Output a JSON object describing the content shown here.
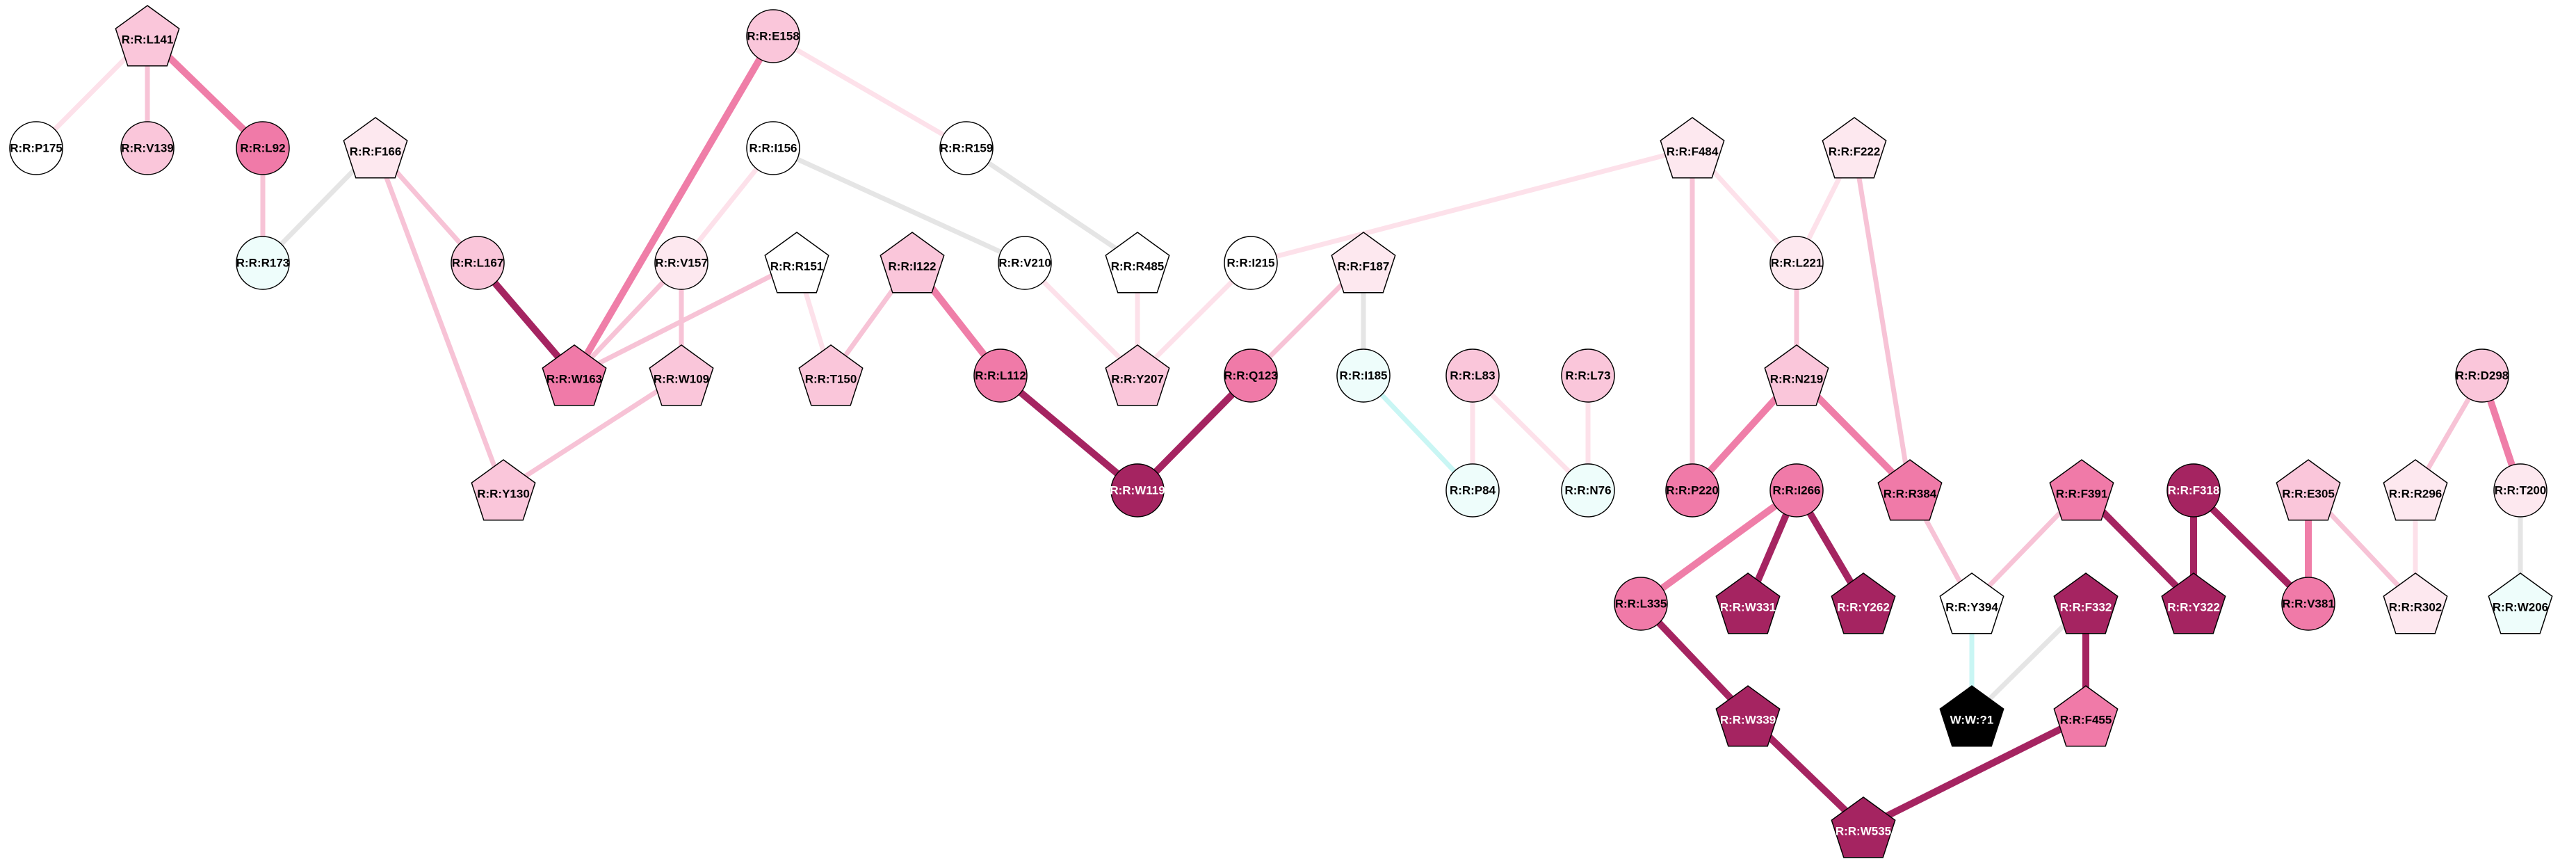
{
  "palette": {
    "white": "#ffffff",
    "very-light-pink": "#fde8ef",
    "light-pink": "#fac6da",
    "pink": "#f07aa8",
    "magenta": "#a52461",
    "light-cyan": "#eefdfb",
    "black": "#000000",
    "edge-gray": "#e5e5e5",
    "edge-light-pink": "#fde1ea",
    "edge-pink": "#f7c3d6",
    "edge-mid-pink": "#ef7ea8",
    "edge-magenta": "#a52461",
    "edge-cyan": "#c9f6f4"
  },
  "nodes": [
    {
      "id": "L141",
      "label": "R:R:L141",
      "shape": "pentagon",
      "fill": "light-pink"
    },
    {
      "id": "P175",
      "label": "R:R:P175",
      "shape": "circle",
      "fill": "white"
    },
    {
      "id": "V139",
      "label": "R:R:V139",
      "shape": "circle",
      "fill": "light-pink"
    },
    {
      "id": "L92",
      "label": "R:R:L92",
      "shape": "circle",
      "fill": "pink"
    },
    {
      "id": "R173",
      "label": "R:R:R173",
      "shape": "circle",
      "fill": "light-cyan"
    },
    {
      "id": "F166",
      "label": "R:R:F166",
      "shape": "pentagon",
      "fill": "very-light-pink"
    },
    {
      "id": "L167",
      "label": "R:R:L167",
      "shape": "circle",
      "fill": "light-pink"
    },
    {
      "id": "E158",
      "label": "R:R:E158",
      "shape": "circle",
      "fill": "light-pink"
    },
    {
      "id": "I156",
      "label": "R:R:I156",
      "shape": "circle",
      "fill": "white"
    },
    {
      "id": "V157",
      "label": "R:R:V157",
      "shape": "circle",
      "fill": "very-light-pink"
    },
    {
      "id": "R151",
      "label": "R:R:R151",
      "shape": "pentagon",
      "fill": "white"
    },
    {
      "id": "W163",
      "label": "R:R:W163",
      "shape": "pentagon",
      "fill": "pink"
    },
    {
      "id": "W109",
      "label": "R:R:W109",
      "shape": "pentagon",
      "fill": "light-pink"
    },
    {
      "id": "Y130",
      "label": "R:R:Y130",
      "shape": "pentagon",
      "fill": "light-pink"
    },
    {
      "id": "T150",
      "label": "R:R:T150",
      "shape": "pentagon",
      "fill": "light-pink"
    },
    {
      "id": "I122",
      "label": "R:R:I122",
      "shape": "pentagon",
      "fill": "light-pink"
    },
    {
      "id": "L112",
      "label": "R:R:L112",
      "shape": "circle",
      "fill": "pink"
    },
    {
      "id": "R159",
      "label": "R:R:R159",
      "shape": "circle",
      "fill": "white"
    },
    {
      "id": "V210",
      "label": "R:R:V210",
      "shape": "circle",
      "fill": "white"
    },
    {
      "id": "R485",
      "label": "R:R:R485",
      "shape": "pentagon",
      "fill": "white"
    },
    {
      "id": "Y207",
      "label": "R:R:Y207",
      "shape": "pentagon",
      "fill": "light-pink"
    },
    {
      "id": "I215",
      "label": "R:R:I215",
      "shape": "circle",
      "fill": "white"
    },
    {
      "id": "F187",
      "label": "R:R:F187",
      "shape": "pentagon",
      "fill": "very-light-pink"
    },
    {
      "id": "Q123",
      "label": "R:R:Q123",
      "shape": "circle",
      "fill": "pink"
    },
    {
      "id": "W119",
      "label": "R:R:W119",
      "shape": "circle",
      "fill": "magenta"
    },
    {
      "id": "I185",
      "label": "R:R:I185",
      "shape": "circle",
      "fill": "light-cyan"
    },
    {
      "id": "P84",
      "label": "R:R:P84",
      "shape": "circle",
      "fill": "light-cyan"
    },
    {
      "id": "L83",
      "label": "R:R:L83",
      "shape": "circle",
      "fill": "light-pink"
    },
    {
      "id": "L73",
      "label": "R:R:L73",
      "shape": "circle",
      "fill": "light-pink"
    },
    {
      "id": "N76",
      "label": "R:R:N76",
      "shape": "circle",
      "fill": "light-cyan"
    },
    {
      "id": "F484",
      "label": "R:R:F484",
      "shape": "pentagon",
      "fill": "very-light-pink"
    },
    {
      "id": "F222",
      "label": "R:R:F222",
      "shape": "pentagon",
      "fill": "very-light-pink"
    },
    {
      "id": "L221",
      "label": "R:R:L221",
      "shape": "circle",
      "fill": "very-light-pink"
    },
    {
      "id": "N219",
      "label": "R:R:N219",
      "shape": "pentagon",
      "fill": "light-pink"
    },
    {
      "id": "P220",
      "label": "R:R:P220",
      "shape": "circle",
      "fill": "pink"
    },
    {
      "id": "I266",
      "label": "R:R:I266",
      "shape": "circle",
      "fill": "pink"
    },
    {
      "id": "R384",
      "label": "R:R:R384",
      "shape": "pentagon",
      "fill": "pink"
    },
    {
      "id": "L335",
      "label": "R:R:L335",
      "shape": "circle",
      "fill": "pink"
    },
    {
      "id": "W331",
      "label": "R:R:W331",
      "shape": "pentagon",
      "fill": "magenta"
    },
    {
      "id": "Y262",
      "label": "R:R:Y262",
      "shape": "pentagon",
      "fill": "magenta"
    },
    {
      "id": "W339",
      "label": "R:R:W339",
      "shape": "pentagon",
      "fill": "magenta"
    },
    {
      "id": "W535",
      "label": "R:R:W535",
      "shape": "pentagon",
      "fill": "magenta"
    },
    {
      "id": "Y394",
      "label": "R:R:Y394",
      "shape": "pentagon",
      "fill": "white"
    },
    {
      "id": "W?1",
      "label": "W:W:?1",
      "shape": "pentagon",
      "fill": "black"
    },
    {
      "id": "F391",
      "label": "R:R:F391",
      "shape": "pentagon",
      "fill": "pink"
    },
    {
      "id": "F332",
      "label": "R:R:F332",
      "shape": "pentagon",
      "fill": "magenta"
    },
    {
      "id": "F455",
      "label": "R:R:F455",
      "shape": "pentagon",
      "fill": "pink"
    },
    {
      "id": "F318",
      "label": "R:R:F318",
      "shape": "circle",
      "fill": "magenta"
    },
    {
      "id": "Y322",
      "label": "R:R:Y322",
      "shape": "pentagon",
      "fill": "magenta"
    },
    {
      "id": "V381",
      "label": "R:R:V381",
      "shape": "circle",
      "fill": "pink"
    },
    {
      "id": "E305",
      "label": "R:R:E305",
      "shape": "pentagon",
      "fill": "light-pink"
    },
    {
      "id": "R302",
      "label": "R:R:R302",
      "shape": "pentagon",
      "fill": "very-light-pink"
    },
    {
      "id": "D298",
      "label": "R:R:D298",
      "shape": "circle",
      "fill": "light-pink"
    },
    {
      "id": "R296",
      "label": "R:R:R296",
      "shape": "pentagon",
      "fill": "very-light-pink"
    },
    {
      "id": "T200",
      "label": "R:R:T200",
      "shape": "circle",
      "fill": "very-light-pink"
    },
    {
      "id": "W206",
      "label": "R:R:W206",
      "shape": "pentagon",
      "fill": "light-cyan"
    }
  ],
  "edges": [
    {
      "from": "L141",
      "to": "P175",
      "color": "edge-light-pink",
      "weight": 1
    },
    {
      "from": "L141",
      "to": "V139",
      "color": "edge-pink",
      "weight": 1
    },
    {
      "from": "L141",
      "to": "L92",
      "color": "edge-mid-pink",
      "weight": 2
    },
    {
      "from": "L92",
      "to": "R173",
      "color": "edge-pink",
      "weight": 1
    },
    {
      "from": "F166",
      "to": "R173",
      "color": "edge-gray",
      "weight": 1
    },
    {
      "from": "F166",
      "to": "L167",
      "color": "edge-pink",
      "weight": 1
    },
    {
      "from": "F166",
      "to": "Y130",
      "color": "edge-pink",
      "weight": 1
    },
    {
      "from": "L167",
      "to": "W163",
      "color": "edge-magenta",
      "weight": 2
    },
    {
      "from": "E158",
      "to": "W163",
      "color": "edge-mid-pink",
      "weight": 2
    },
    {
      "from": "E158",
      "to": "R159",
      "color": "edge-light-pink",
      "weight": 1
    },
    {
      "from": "I156",
      "to": "V157",
      "color": "edge-light-pink",
      "weight": 1
    },
    {
      "from": "I156",
      "to": "V210",
      "color": "edge-gray",
      "weight": 1
    },
    {
      "from": "V157",
      "to": "W163",
      "color": "edge-pink",
      "weight": 1
    },
    {
      "from": "V157",
      "to": "W109",
      "color": "edge-pink",
      "weight": 1
    },
    {
      "from": "R151",
      "to": "W163",
      "color": "edge-pink",
      "weight": 1
    },
    {
      "from": "R151",
      "to": "T150",
      "color": "edge-light-pink",
      "weight": 1
    },
    {
      "from": "W109",
      "to": "Y130",
      "color": "edge-pink",
      "weight": 1
    },
    {
      "from": "I122",
      "to": "T150",
      "color": "edge-pink",
      "weight": 1
    },
    {
      "from": "I122",
      "to": "L112",
      "color": "edge-mid-pink",
      "weight": 2
    },
    {
      "from": "L112",
      "to": "W119",
      "color": "edge-magenta",
      "weight": 2
    },
    {
      "from": "Q123",
      "to": "W119",
      "color": "edge-magenta",
      "weight": 2
    },
    {
      "from": "F187",
      "to": "Q123",
      "color": "edge-pink",
      "weight": 1
    },
    {
      "from": "F187",
      "to": "I185",
      "color": "edge-gray",
      "weight": 1
    },
    {
      "from": "R159",
      "to": "R485",
      "color": "edge-gray",
      "weight": 1
    },
    {
      "from": "V210",
      "to": "Y207",
      "color": "edge-light-pink",
      "weight": 1
    },
    {
      "from": "R485",
      "to": "Y207",
      "color": "edge-light-pink",
      "weight": 1
    },
    {
      "from": "I215",
      "to": "Y207",
      "color": "edge-light-pink",
      "weight": 1
    },
    {
      "from": "F484",
      "to": "I215",
      "color": "edge-light-pink",
      "weight": 1
    },
    {
      "from": "I185",
      "to": "P84",
      "color": "edge-cyan",
      "weight": 1
    },
    {
      "from": "L83",
      "to": "P84",
      "color": "edge-light-pink",
      "weight": 1
    },
    {
      "from": "L83",
      "to": "N76",
      "color": "edge-light-pink",
      "weight": 1
    },
    {
      "from": "L73",
      "to": "N76",
      "color": "edge-light-pink",
      "weight": 1
    },
    {
      "from": "F484",
      "to": "L221",
      "color": "edge-light-pink",
      "weight": 1
    },
    {
      "from": "F484",
      "to": "P220",
      "color": "edge-pink",
      "weight": 1
    },
    {
      "from": "F222",
      "to": "L221",
      "color": "edge-light-pink",
      "weight": 1
    },
    {
      "from": "F222",
      "to": "R384",
      "color": "edge-pink",
      "weight": 1
    },
    {
      "from": "L221",
      "to": "N219",
      "color": "edge-pink",
      "weight": 1
    },
    {
      "from": "N219",
      "to": "P220",
      "color": "edge-mid-pink",
      "weight": 2
    },
    {
      "from": "N219",
      "to": "R384",
      "color": "edge-mid-pink",
      "weight": 2
    },
    {
      "from": "I266",
      "to": "L335",
      "color": "edge-mid-pink",
      "weight": 2
    },
    {
      "from": "I266",
      "to": "W331",
      "color": "edge-magenta",
      "weight": 2
    },
    {
      "from": "I266",
      "to": "Y262",
      "color": "edge-magenta",
      "weight": 2
    },
    {
      "from": "L335",
      "to": "W339",
      "color": "edge-magenta",
      "weight": 2
    },
    {
      "from": "W339",
      "to": "W535",
      "color": "edge-magenta",
      "weight": 2
    },
    {
      "from": "F455",
      "to": "W535",
      "color": "edge-magenta",
      "weight": 2
    },
    {
      "from": "F332",
      "to": "F455",
      "color": "edge-magenta",
      "weight": 2
    },
    {
      "from": "F332",
      "to": "W?1",
      "color": "edge-gray",
      "weight": 1
    },
    {
      "from": "R384",
      "to": "Y394",
      "color": "edge-pink",
      "weight": 1
    },
    {
      "from": "F391",
      "to": "Y394",
      "color": "edge-pink",
      "weight": 1
    },
    {
      "from": "Y394",
      "to": "W?1",
      "color": "edge-cyan",
      "weight": 1
    },
    {
      "from": "F391",
      "to": "Y322",
      "color": "edge-magenta",
      "weight": 2
    },
    {
      "from": "F318",
      "to": "Y322",
      "color": "edge-magenta",
      "weight": 2
    },
    {
      "from": "F318",
      "to": "V381",
      "color": "edge-magenta",
      "weight": 2
    },
    {
      "from": "E305",
      "to": "V381",
      "color": "edge-mid-pink",
      "weight": 2
    },
    {
      "from": "E305",
      "to": "R302",
      "color": "edge-pink",
      "weight": 1
    },
    {
      "from": "R296",
      "to": "R302",
      "color": "edge-light-pink",
      "weight": 1
    },
    {
      "from": "D298",
      "to": "R296",
      "color": "edge-pink",
      "weight": 1
    },
    {
      "from": "D298",
      "to": "T200",
      "color": "edge-mid-pink",
      "weight": 2
    },
    {
      "from": "T200",
      "to": "W206",
      "color": "edge-gray",
      "weight": 1
    }
  ]
}
